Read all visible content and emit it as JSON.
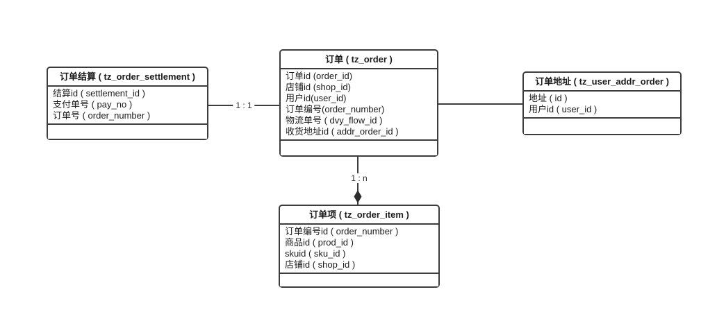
{
  "diagram": {
    "entities": [
      {
        "id": "order_settlement",
        "title": "订单结算 ( tz_order_settlement )",
        "fields": [
          "结算id ( settlement_id )",
          "支付单号 ( pay_no )",
          "订单号 ( order_number )"
        ]
      },
      {
        "id": "order",
        "title": "订单 ( tz_order )",
        "fields": [
          "订单id (order_id)",
          "店铺id (shop_id)",
          "用户id(user_id)",
          "订单编号(order_number)",
          "物流单号 ( dvy_flow_id )",
          "收货地址id ( addr_order_id )"
        ]
      },
      {
        "id": "user_addr_order",
        "title": "订单地址 ( tz_user_addr_order )",
        "fields": [
          "地址 ( id )",
          "用户id ( user_id )"
        ]
      },
      {
        "id": "order_item",
        "title": "订单项 ( tz_order_item )",
        "fields": [
          "订单编号id ( order_number )",
          "商品id ( prod_id )",
          "skuid ( sku_id )",
          "店铺id ( shop_id )"
        ]
      }
    ],
    "relationships": [
      {
        "from": "order_settlement",
        "to": "order",
        "label": "1 : 1"
      },
      {
        "from": "order",
        "to": "user_addr_order",
        "label": ""
      },
      {
        "from": "order",
        "to": "order_item",
        "label": "1 : n",
        "arrowhead": "filled-diamond"
      }
    ]
  },
  "colors": {
    "line": "#3c3c3c",
    "text": "#1a1a1a",
    "background": "#ffffff"
  }
}
